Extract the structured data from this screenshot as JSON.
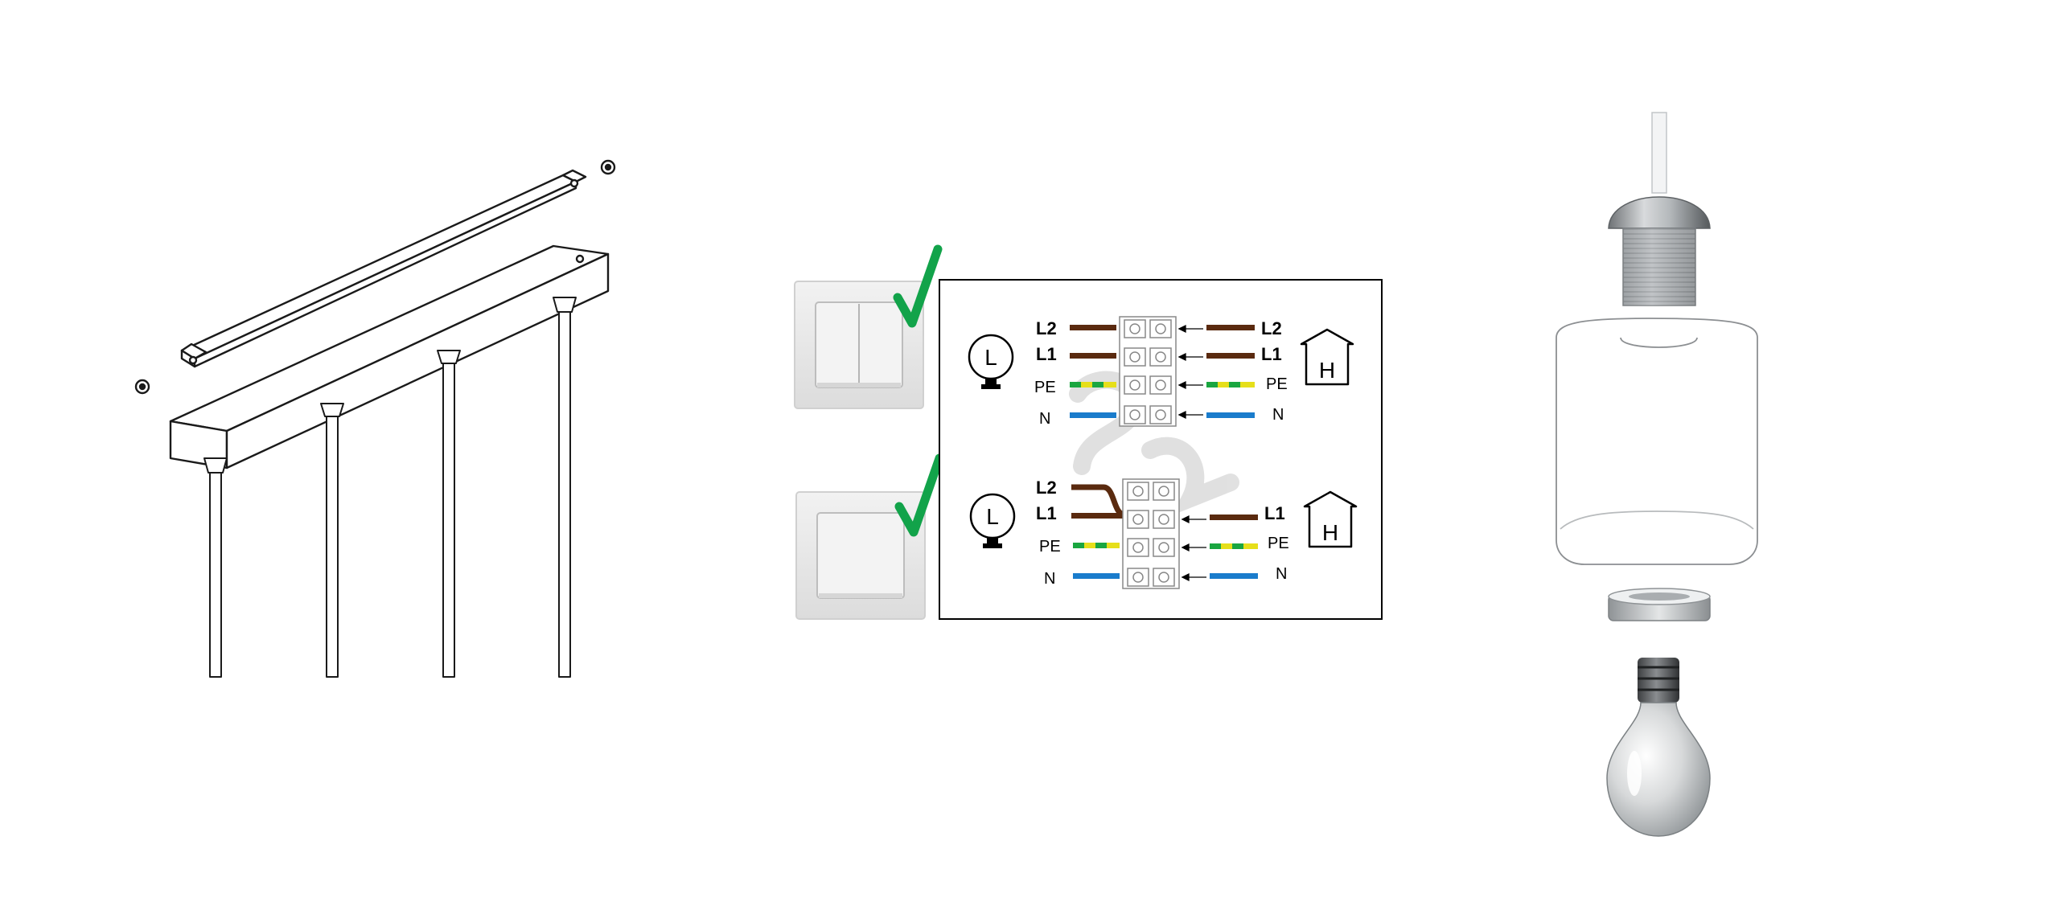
{
  "colors": {
    "background": "#ffffff",
    "live_wire": "#5a2a0f",
    "neutral_wire": "#1a7ccc",
    "earth_green": "#1aa640",
    "earth_yellow": "#e6df1a",
    "check_green": "#12a34a",
    "panel_border": "#000000",
    "switch_plate": "#e9e9e9",
    "metal": "#b8bcc0"
  },
  "wiring": {
    "double_switch": {
      "left_labels": [
        "L2",
        "L1",
        "PE",
        "N"
      ],
      "right_labels": [
        "L2",
        "L1",
        "PE",
        "N"
      ],
      "lamp_letter": "L",
      "house_letter": "H"
    },
    "single_switch": {
      "left_labels": [
        "L2",
        "L1",
        "PE",
        "N"
      ],
      "right_labels": [
        "L1",
        "PE",
        "N"
      ],
      "lamp_letter": "L",
      "house_letter": "H"
    }
  },
  "icons": {
    "check": "check-icon",
    "lamp": "lamp-icon",
    "house": "house-icon"
  }
}
